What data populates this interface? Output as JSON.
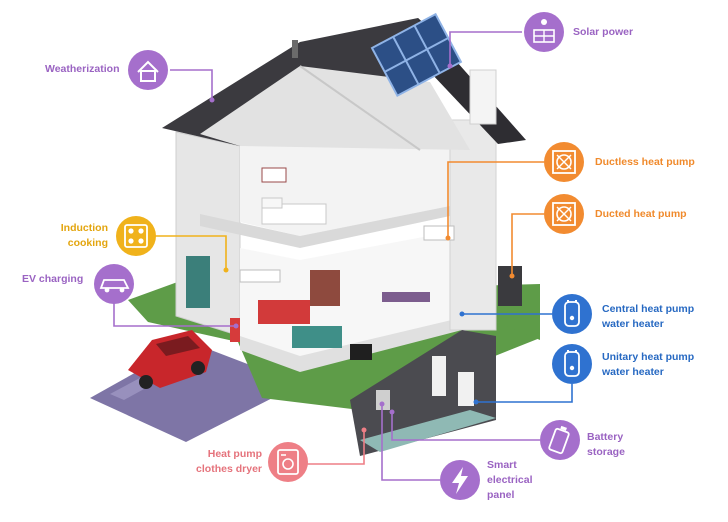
{
  "labels": {
    "weatherization": "Weatherization",
    "solar_power": "Solar power",
    "ductless_heat_pump": "Ductless heat pump",
    "ducted_heat_pump": "Ducted heat pump",
    "induction_cooking": [
      "Induction",
      "cooking"
    ],
    "ev_charging": "EV charging",
    "central_hp_water_heater": [
      "Central heat pump",
      "water heater"
    ],
    "unitary_hp_water_heater": [
      "Unitary heat pump",
      "water heater"
    ],
    "battery_storage": [
      "Battery",
      "storage"
    ],
    "smart_electrical_panel": [
      "Smart",
      "electrical",
      "panel"
    ],
    "heat_pump_clothes_dryer": [
      "Heat pump",
      "clothes dryer"
    ]
  },
  "colors": {
    "purple": "#a56fcc",
    "orange": "#f28b30",
    "yellow": "#f0b21b",
    "blue": "#2f72d0",
    "pink": "#ee7f86",
    "roof": "#3b3a3f",
    "lawn": "#5e9c48"
  },
  "icons": {
    "weatherization": "house-icon",
    "solar_power": "solar-panel-icon",
    "ductless_heat_pump": "fan-icon",
    "ducted_heat_pump": "fan-icon",
    "induction_cooking": "cooktop-icon",
    "ev_charging": "car-icon",
    "central_hp_water_heater": "water-heater-icon",
    "unitary_hp_water_heater": "water-heater-icon",
    "battery_storage": "battery-icon",
    "smart_electrical_panel": "lightning-icon",
    "heat_pump_clothes_dryer": "dryer-icon"
  }
}
